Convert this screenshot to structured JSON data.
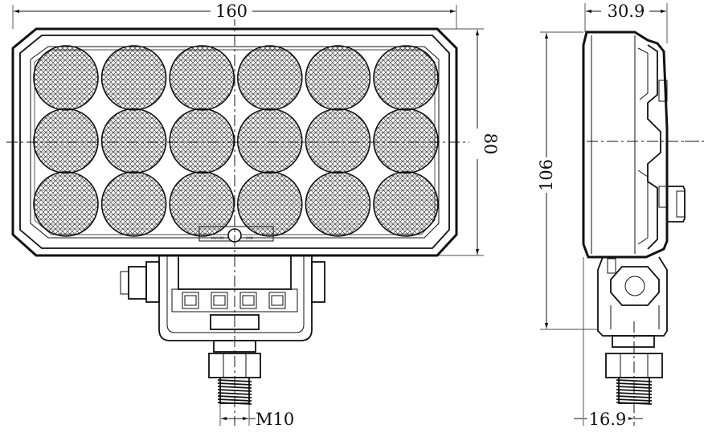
{
  "drawing": {
    "dimensions": {
      "width": "160",
      "height": "80",
      "side_height": "106",
      "side_depth": "30.9",
      "mount_offset": "16.9",
      "thread": "M10"
    },
    "lens_grid": {
      "rows": 3,
      "cols": 6
    },
    "badge_text": {
      "left": "10V-30V",
      "right": "24W"
    }
  }
}
